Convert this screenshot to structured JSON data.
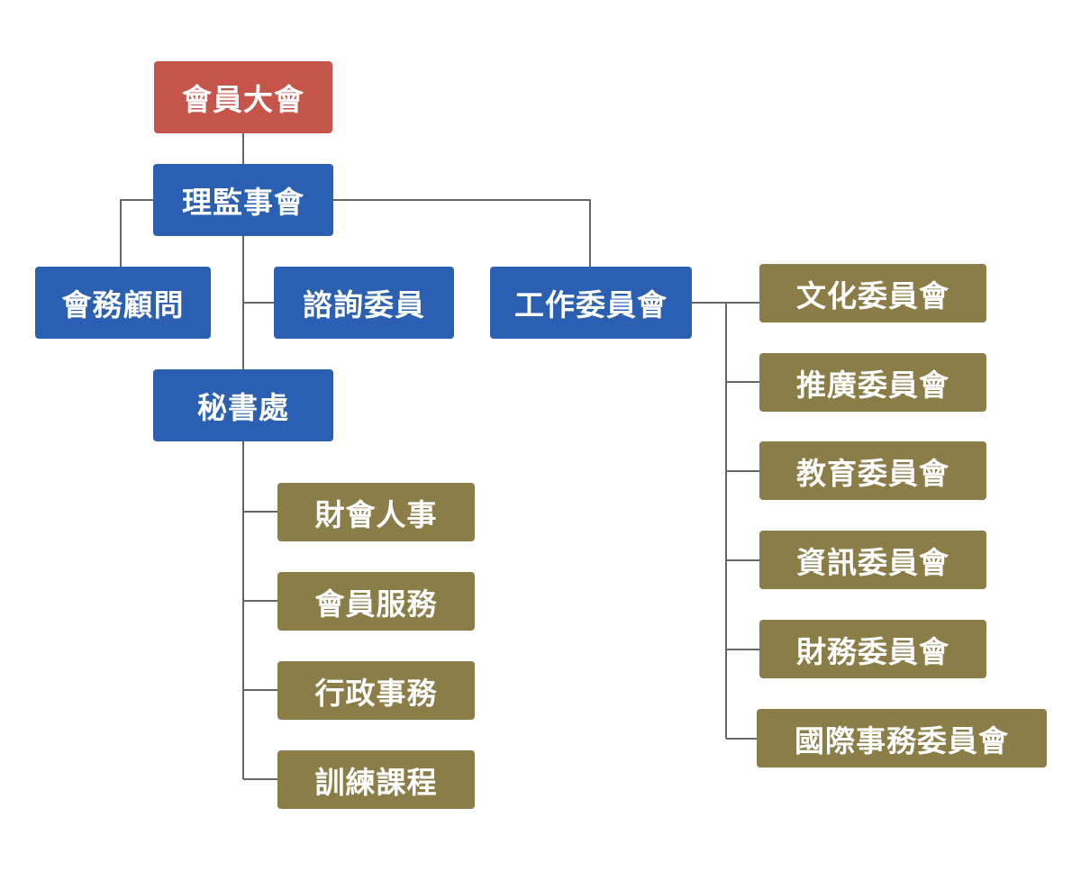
{
  "colors": {
    "root": "#C5544A",
    "level": "#2A5FB2",
    "unit": "#8B7D48",
    "line": "#666666"
  },
  "nodes": {
    "general_assembly": "會員大會",
    "board": "理監事會",
    "advisors": "會務顧問",
    "consultants": "諮詢委員",
    "working_committees": "工作委員會",
    "secretariat": "秘書處"
  },
  "secretariat_units": [
    "財會人事",
    "會員服務",
    "行政事務",
    "訓練課程"
  ],
  "committees": [
    "文化委員會",
    "推廣委員會",
    "教育委員會",
    "資訊委員會",
    "財務委員會",
    "國際事務委員會"
  ]
}
